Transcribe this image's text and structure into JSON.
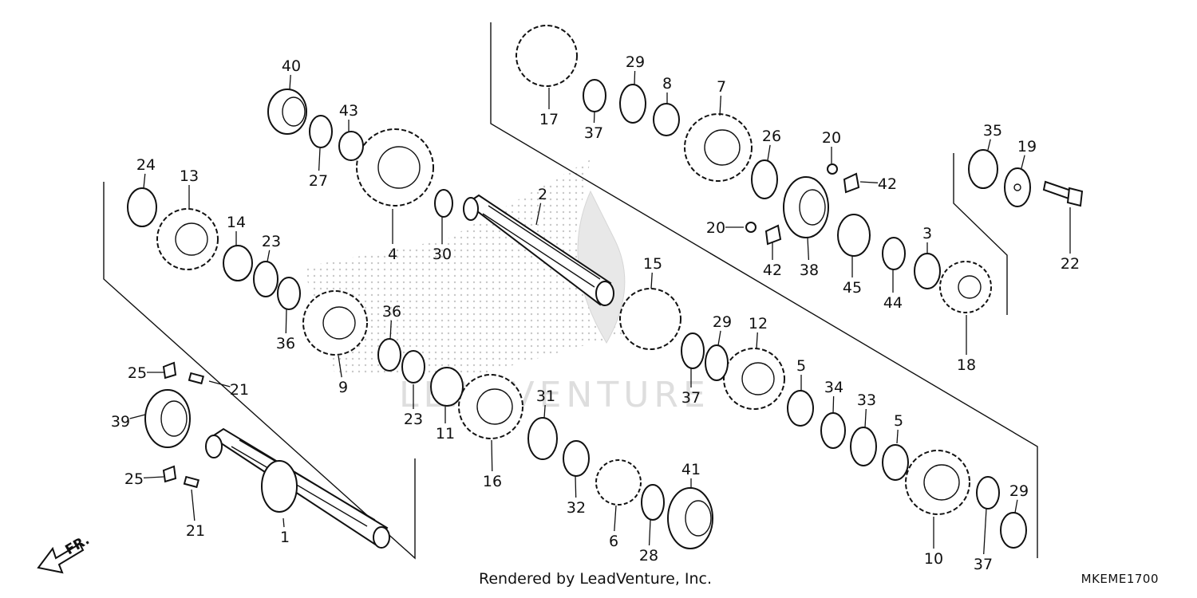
{
  "credit": "Rendered by LeadVenture, Inc.",
  "diagram_code": "MKEME1700",
  "watermark_text": "LEADVENTURE",
  "front_indicator": {
    "label": "FR.",
    "icon": "front-direction-arrow-icon"
  },
  "callouts": [
    "1",
    "2",
    "3",
    "4",
    "5",
    "5",
    "6",
    "7",
    "8",
    "9",
    "10",
    "11",
    "12",
    "13",
    "14",
    "15",
    "16",
    "17",
    "18",
    "19",
    "20",
    "20",
    "21",
    "21",
    "22",
    "23",
    "23",
    "24",
    "25",
    "25",
    "26",
    "27",
    "28",
    "29",
    "29",
    "29",
    "30",
    "31",
    "32",
    "33",
    "34",
    "35",
    "36",
    "36",
    "37",
    "37",
    "37",
    "38",
    "39",
    "40",
    "41",
    "42",
    "42",
    "43",
    "44",
    "45"
  ],
  "colors": {
    "line": "#111111",
    "background": "#ffffff",
    "watermark": "#d0d0d0"
  }
}
